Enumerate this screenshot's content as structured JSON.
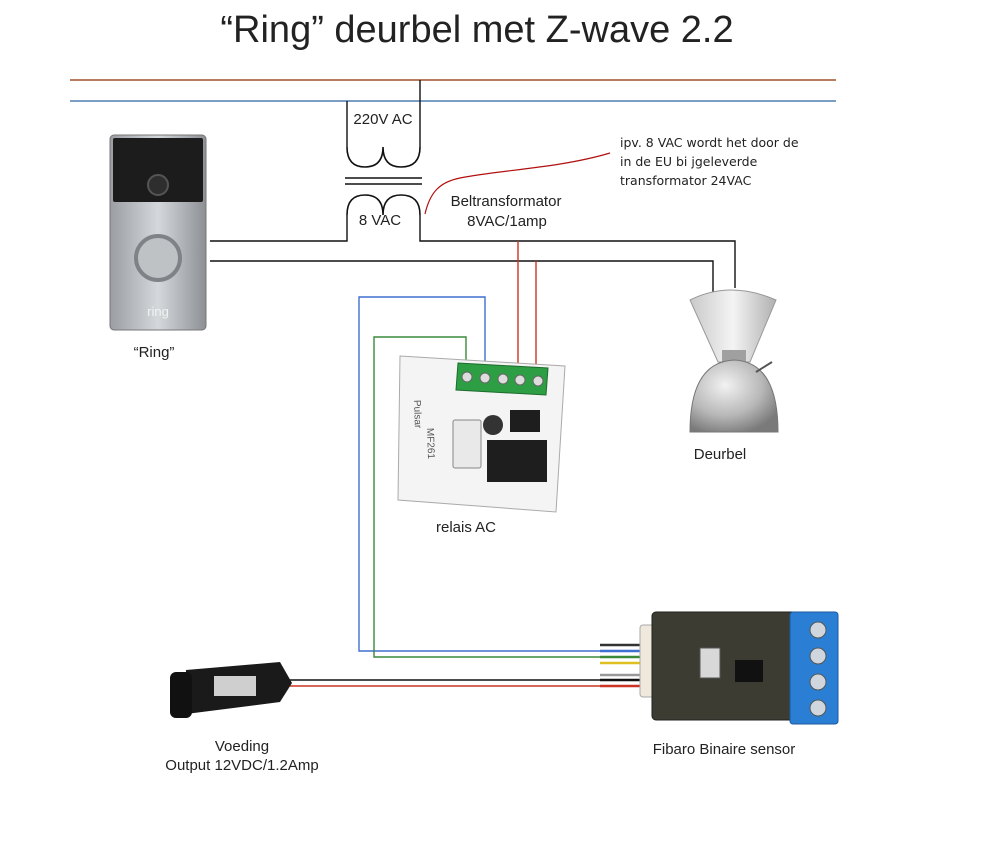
{
  "title": "“Ring” deurbel met Z-wave 2.2",
  "labels": {
    "transformer_primary": "220V AC",
    "transformer_secondary": "8 VAC",
    "beltransformator_name": "Beltransformator",
    "beltransformator_spec": "8VAC/1amp",
    "ring": "“Ring”",
    "deurbel": "Deurbel",
    "relais": "relais AC",
    "voeding_name": "Voeding",
    "voeding_output": "Output 12VDC/1.2Amp",
    "fibaro": "Fibaro Binaire sensor"
  },
  "annotation": {
    "line1": "ipv. 8 VAC wordt het door de",
    "line2": "in de EU bi jgeleverde",
    "line3": "transformator 24VAC"
  },
  "device_marks": {
    "ring_logo": "ring",
    "relay_brand": "Pulsar",
    "relay_model": "MF261"
  },
  "colors": {
    "mains_brown": "#a0522d",
    "mains_blue": "#4f7fb0",
    "wire_black": "#111111",
    "wire_red": "#cc3322",
    "wire_blue": "#3f6fd0",
    "wire_green": "#3a8a3a",
    "annotation_red": "#b01010",
    "terminal_green": "#2e9e44",
    "terminal_blue": "#2a7fd4"
  }
}
